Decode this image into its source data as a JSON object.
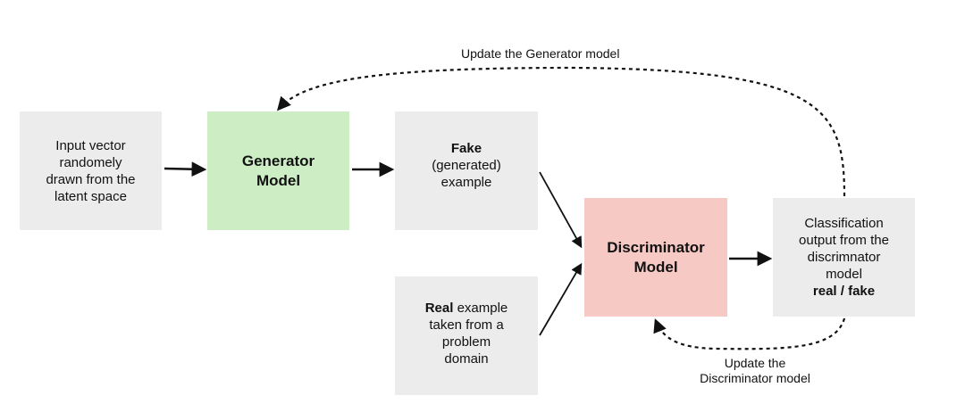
{
  "nodes": {
    "input": {
      "lines": [
        "Input vector",
        "randomely",
        "drawn from the",
        "latent space"
      ]
    },
    "generator": {
      "lines": [
        "Generator",
        "Model"
      ]
    },
    "fake": {
      "bold": "Fake",
      "lines": [
        "(generated)",
        "example"
      ]
    },
    "real": {
      "bold": "Real",
      "lines": [
        " example",
        "taken from a",
        "problem",
        "domain"
      ]
    },
    "discriminator": {
      "lines": [
        "Discriminator",
        "Model"
      ]
    },
    "classification": {
      "lines": [
        "Classification",
        "output from the",
        "discrimnator",
        "model"
      ],
      "bold": "real / fake"
    }
  },
  "labels": {
    "update_generator": "Update the Generator model",
    "update_discriminator_line1": "Update the",
    "update_discriminator_line2": "Discriminator model"
  },
  "colors": {
    "generator": "#cdeec4",
    "discriminator": "#f7c9c5",
    "neutral": "#ececec",
    "arrow": "#111111"
  }
}
